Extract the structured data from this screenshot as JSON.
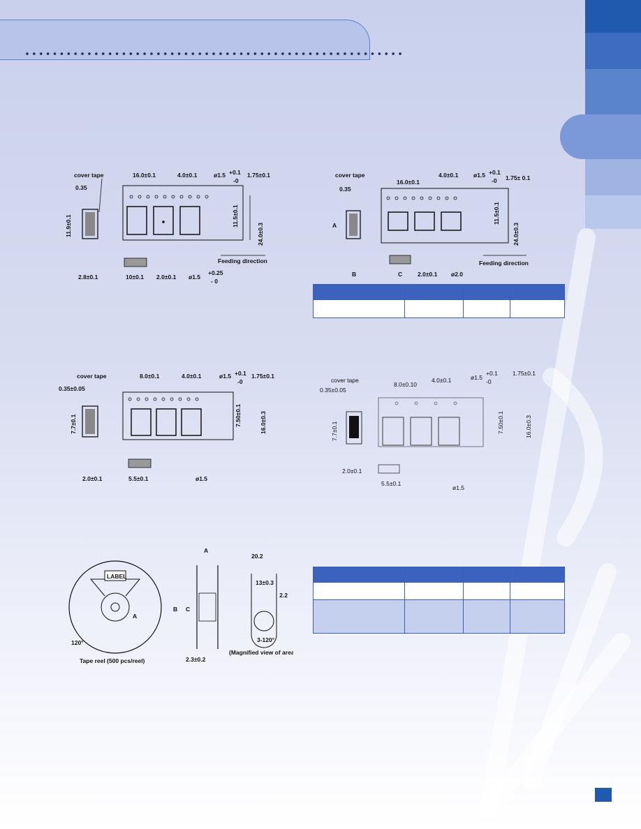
{
  "drawings": {
    "d1": {
      "cover_tape": "cover tape",
      "t035": "0.35",
      "pitch": "16.0±0.1",
      "hole_pitch": "4.0±0.1",
      "hole_dia": "ø1.5",
      "hole_tol_plus": "+0.1",
      "hole_tol_minus": "-0",
      "edge": "1.75±0.1",
      "height": "11.9±0.1",
      "inner": "11.5±0.1",
      "width": "24.0±0.3",
      "feeding": "Feeding direction",
      "b": "2.8±0.1",
      "c": "10±0.1",
      "gap": "2.0±0.1",
      "center_hole": "ø1.5",
      "center_tol_plus": "+0.25",
      "center_tol_minus": "- 0"
    },
    "d2": {
      "cover_tape": "cover tape",
      "t035": "0.35",
      "pitch": "16.0±0.1",
      "hole_pitch": "4.0±0.1",
      "hole_dia": "ø1.5",
      "hole_tol_plus": "+0.1",
      "hole_tol_minus": "-0",
      "edge": "1.75± 0.1",
      "a": "A",
      "inner": "11.5±0.1",
      "width": "24.0±0.3",
      "feeding": "Feeding direction",
      "b": "B",
      "c": "C",
      "gap": "2.0±0.1",
      "center_hole": "ø2.0"
    },
    "d3": {
      "cover_tape": "cover tape",
      "t035": "0.35±0.05",
      "pitch": "8.0±0.1",
      "hole_pitch": "4.0±0.1",
      "hole_dia": "ø1.5",
      "hole_tol_plus": "+0.1",
      "hole_tol_minus": "-0",
      "edge": "1.75±0.1",
      "height": "7.7±0.1",
      "inner": "7.50±0.1",
      "width": "16.0±0.3",
      "b": "2.0±0.1",
      "c": "5.5±0.1",
      "center_hole": "ø1.5"
    },
    "d4": {
      "cover_tape": "cover tape",
      "t035": "0.35±0.05",
      "pitch": "8.0±0.10",
      "hole_pitch": "4.0±0.1",
      "hole_dia": "ø1.5",
      "hole_tol_plus": "+0.1",
      "hole_tol_minus": "-0",
      "edge": "1.75±0.1",
      "height": "7.7±0.1",
      "inner": "7.50±0.1",
      "width": "16.0±0.3",
      "b": "2.0±0.1",
      "c": "5.5±0.1",
      "center_hole": "ø1.5"
    },
    "reel": {
      "label": "LABEL",
      "a": "A",
      "angle": "120°",
      "caption": "Tape reel (500 pcs/reel)",
      "side_a": "A",
      "side_b": "B",
      "side_c": "C",
      "side_dim": "2.3±0.2",
      "mag_width": "20.2",
      "mag_hub": "13±0.3",
      "mag_slot": "2.2",
      "mag_angle": "3-120°",
      "mag_caption": "(Magnified view of area A)"
    }
  },
  "tables": {
    "table1": {
      "columns": 4,
      "rows": 2
    },
    "table2": {
      "columns": 4,
      "rows": 3
    }
  },
  "colors": {
    "header_band": "#b9c4ea",
    "tab_dark": "#1f5aae",
    "table_header": "#3b63bd",
    "table_alt": "#c5cfee"
  },
  "icons": [
    "dot-leader-icon",
    "page-marker-icon",
    "watermark-logo-icon"
  ]
}
